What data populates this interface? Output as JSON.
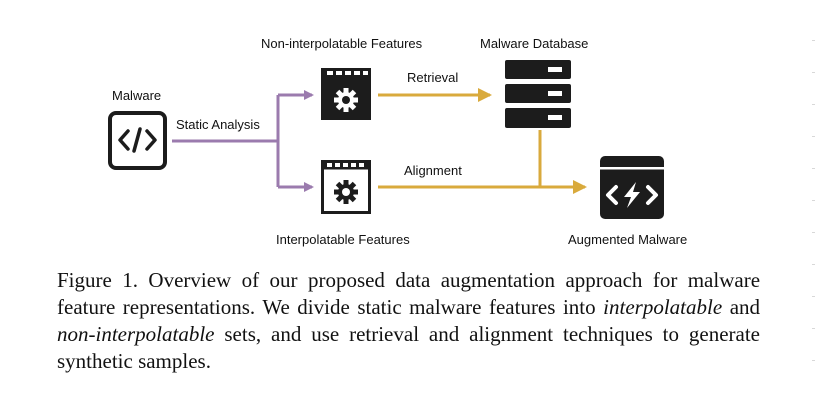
{
  "figure": {
    "nodes": {
      "malware": "Malware",
      "non_interpolatable": "Non-interpolatable Features",
      "malware_database": "Malware Database",
      "interpolatable": "Interpolatable Features",
      "augmented_malware": "Augmented Malware"
    },
    "edges": {
      "static_analysis": "Static Analysis",
      "retrieval": "Retrieval",
      "alignment": "Alignment"
    },
    "icons": {
      "malware": "code-brackets-icon",
      "non_interpolatable": "gear-window-icon",
      "interpolatable": "gear-window-icon",
      "malware_database": "server-stack-icon",
      "augmented_malware": "code-lightning-icon"
    },
    "colors": {
      "static_analysis": "#9b7bae",
      "retrieval_alignment": "#d9aa3c",
      "icon": "#1c1c1c"
    }
  },
  "caption": {
    "label": "Figure 1.",
    "text_1": "Overview of our proposed data augmentation approach for malware feature representations. We divide static malware features into",
    "italic_1": "interpolatable",
    "text_2": "and",
    "italic_2": "non-interpolatable",
    "text_3": "sets, and use retrieval and alignment techniques to generate synthetic samples."
  }
}
